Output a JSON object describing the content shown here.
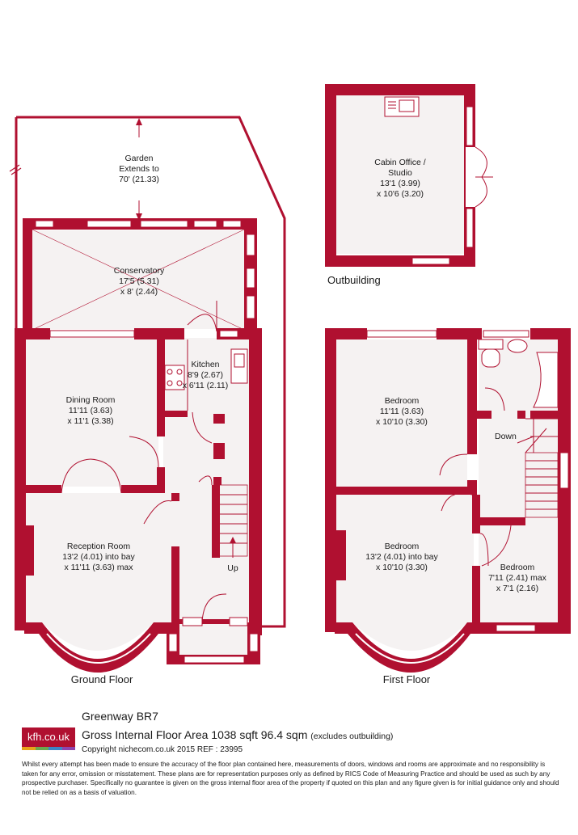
{
  "rooms": {
    "garden": {
      "name": "Garden",
      "line1": "Extends to",
      "line2": "70' (21.33)"
    },
    "conservatory": {
      "name": "Conservatory",
      "line1": "17'5 (5.31)",
      "line2": "x 8' (2.44)"
    },
    "kitchen": {
      "name": "Kitchen",
      "line1": "8'9 (2.67)",
      "line2": "x 6'11 (2.11)"
    },
    "dining": {
      "name": "Dining Room",
      "line1": "11'11 (3.63)",
      "line2": "x 11'1 (3.38)"
    },
    "reception": {
      "name": "Reception Room",
      "line1": "13'2 (4.01) into bay",
      "line2": "x 11'11 (3.63) max"
    },
    "cabin": {
      "name": "Cabin Office /",
      "line1": "Studio",
      "line2": "13'1 (3.99)",
      "line3": "x 10'6 (3.20)"
    },
    "bed1": {
      "name": "Bedroom",
      "line1": "11'11 (3.63)",
      "line2": "x 10'10 (3.30)"
    },
    "bed2": {
      "name": "Bedroom",
      "line1": "13'2 (4.01) into bay",
      "line2": "x 10'10 (3.30)"
    },
    "bed3": {
      "name": "Bedroom",
      "line1": "7'11 (2.41) max",
      "line2": "x 7'1 (2.16)"
    }
  },
  "stairs": {
    "up": "Up",
    "down": "Down"
  },
  "floors": {
    "ground": "Ground Floor",
    "first": "First Floor",
    "outbuilding": "Outbuilding"
  },
  "footer": {
    "logo": "kfh.co.uk",
    "logo_colors": [
      "#e8a21a",
      "#6aa84f",
      "#3d85c6",
      "#8e44ad"
    ],
    "address": "Greenway BR7",
    "area": "Gross Internal Floor Area 1038 sqft 96.4 sqm",
    "area_note": "(excludes outbuilding)",
    "copyright": "Copyright nichecom.co.uk 2015 REF : 23995",
    "disclaimer": "Whilst every attempt has been made to ensure the accuracy of the floor plan contained here, measurements of doors, windows and rooms are approximate and no responsibility is taken for any error, omission or misstatement. These plans are for representation purposes only as defined by RICS Code of Measuring Practice and should be used as such by any prospective purchaser. Specifically no guarantee is given on the gross internal floor area of the property if quoted on this plan and any figure given is for initial guidance only and should not be relied on as a basis of valuation."
  },
  "colors": {
    "wall": "#b01030",
    "floor": "#f5f2f2"
  }
}
